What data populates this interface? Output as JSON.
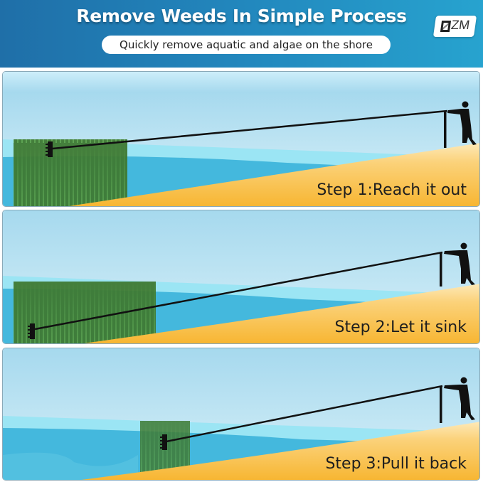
{
  "header": {
    "title": "Remove Weeds In Simple Process",
    "subtitle": "Quickly remove aquatic and algae on the shore",
    "logo_text": "ZM",
    "colors": {
      "gradient_start": "#1f6fa8",
      "gradient_end": "#27a3cf"
    }
  },
  "steps": [
    {
      "label": "Step 1:Reach it out",
      "scene": "rake-extended-over-weeds"
    },
    {
      "label": "Step 2:Let it sink",
      "scene": "rake-sunk-to-bottom"
    },
    {
      "label": "Step 3:Pull it back",
      "scene": "rake-pulled-toward-shore"
    }
  ],
  "colors": {
    "sky": "#a8dcef",
    "water_light": "#8fe0f2",
    "water_deep": "#3fb6dc",
    "sand": "#f7b93a",
    "weeds": "#3f7a32"
  }
}
